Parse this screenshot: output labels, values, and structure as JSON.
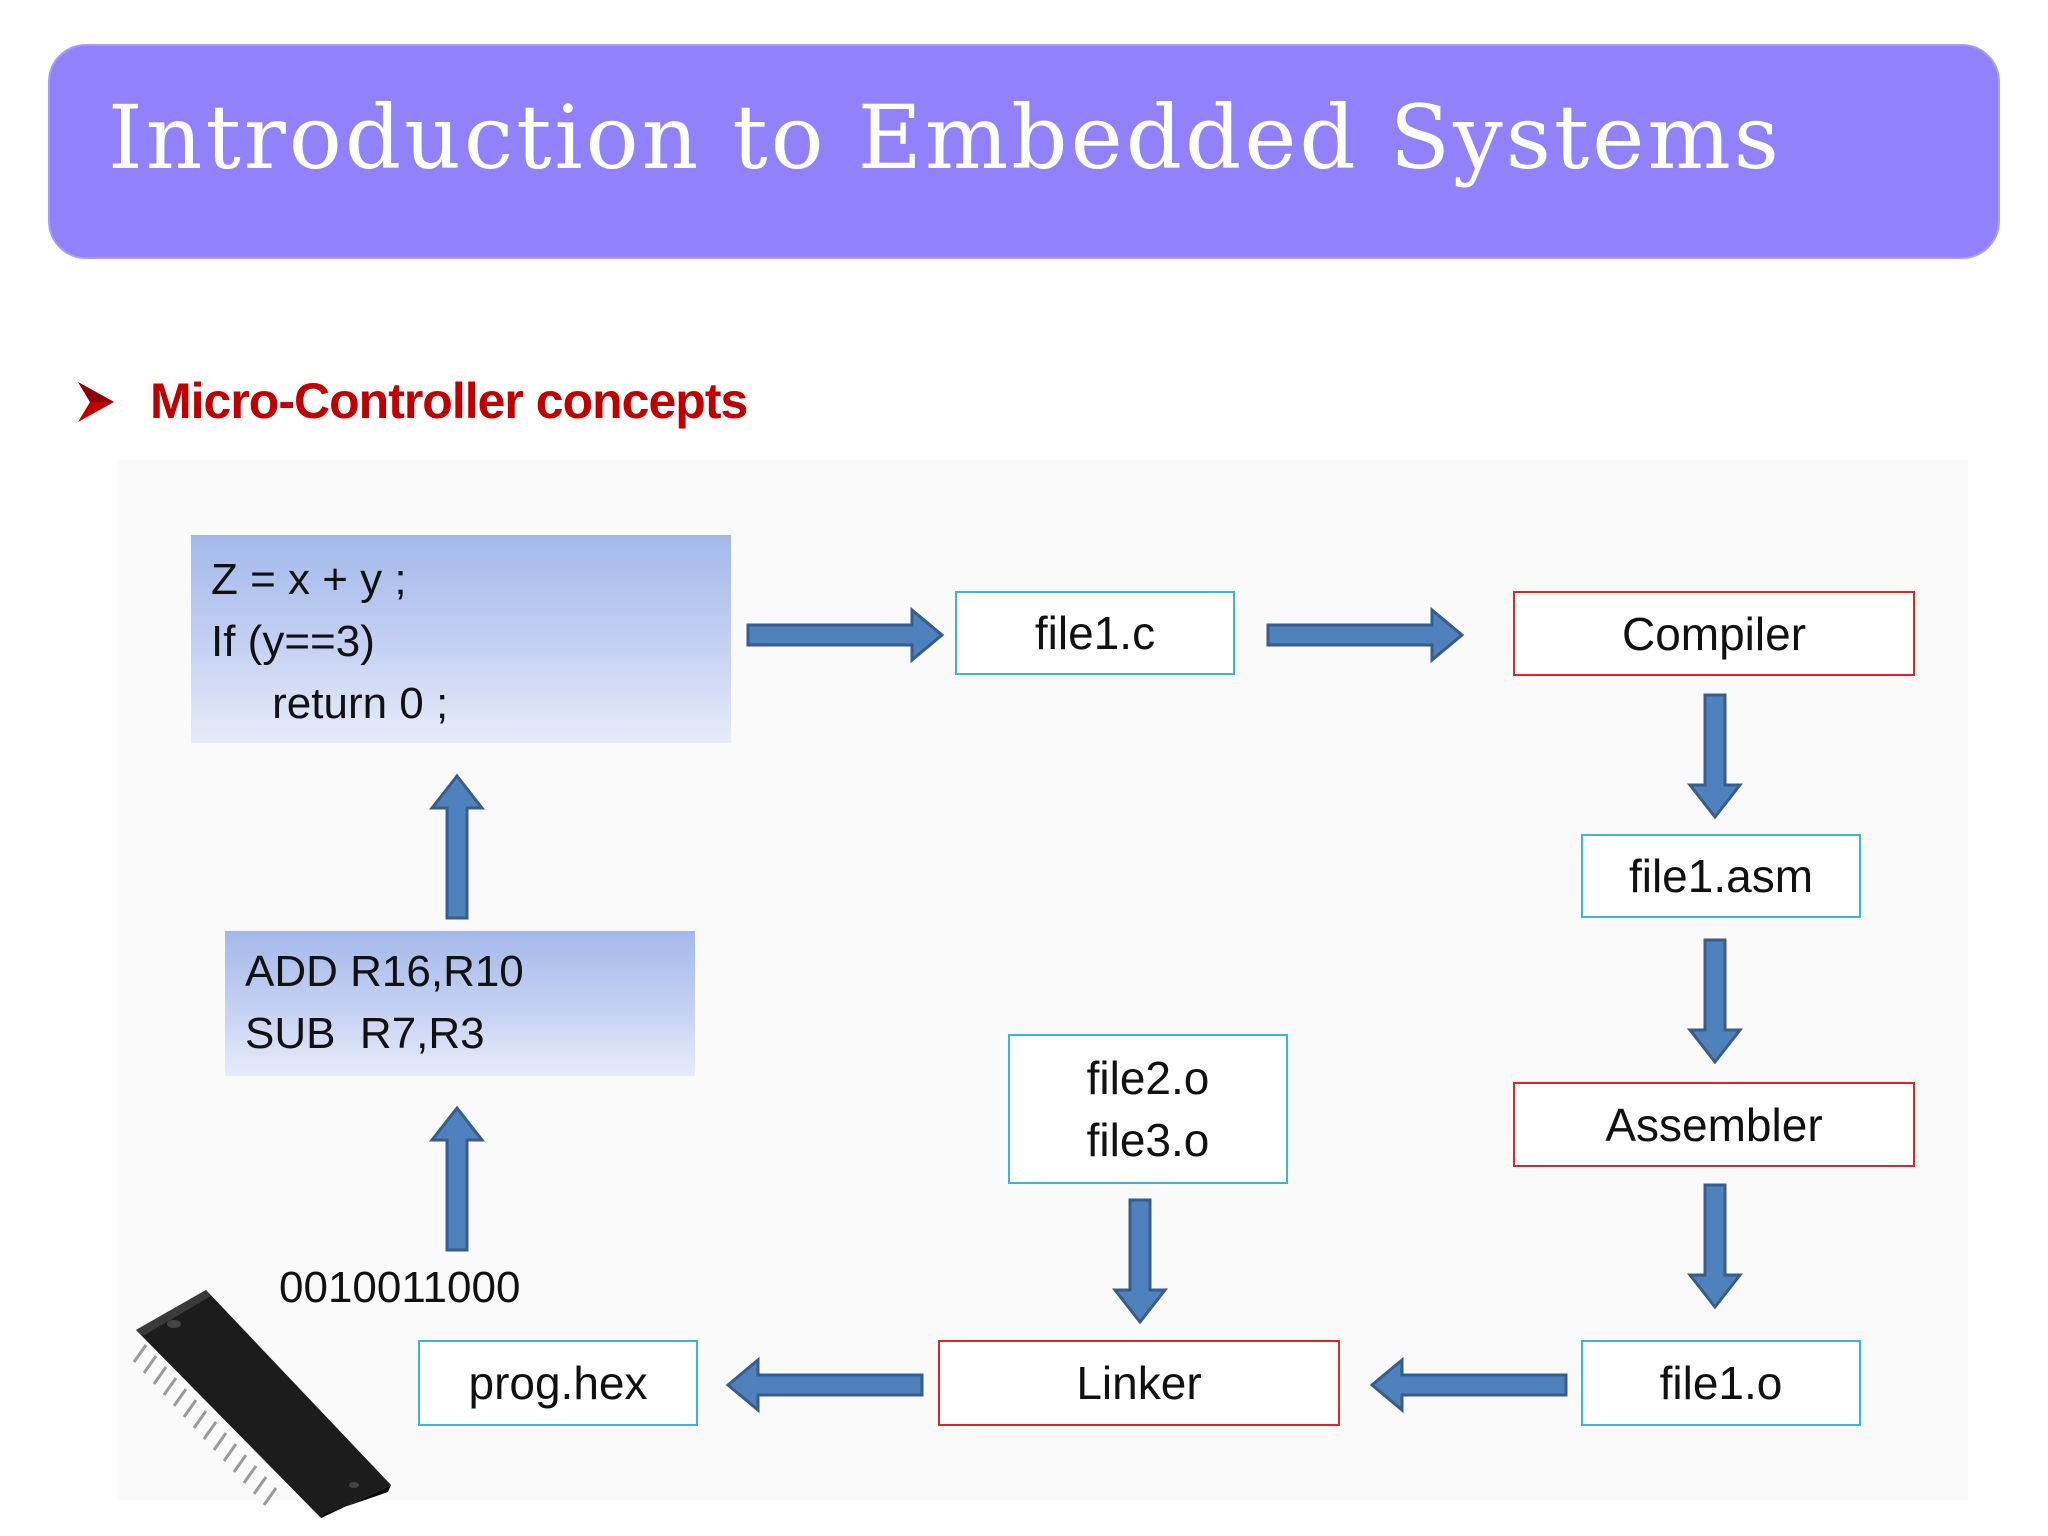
{
  "slide": {
    "title": "Introduction to Embedded Systems",
    "subtitle": "Micro-Controller concepts"
  },
  "source_code": {
    "lines": [
      "Z = x + y ;",
      "If (y==3)",
      "     return 0 ;"
    ]
  },
  "assembly_code": {
    "lines": [
      "ADD R16,R10",
      "SUB  R7,R3"
    ]
  },
  "nodes": {
    "file1_c": "file1.c",
    "compiler": "Compiler",
    "file1_asm": "file1.asm",
    "assembler": "Assembler",
    "file1_o": "file1.o",
    "linker": "Linker",
    "file2_o": "file2.o",
    "file3_o": "file3.o",
    "prog_hex": "prog.hex"
  },
  "binary_label": "0010011000",
  "colors": {
    "title_bar": "#9381fb",
    "subtitle": "#c00000",
    "arrow_fill": "#4f81bd",
    "arrow_stroke": "#385d8a",
    "file_border": "#3bb4d8",
    "tool_border": "#d9272e"
  },
  "icons": {
    "bullet": "arrowhead-bullet-icon",
    "chip": "dip-microcontroller-chip-icon"
  }
}
